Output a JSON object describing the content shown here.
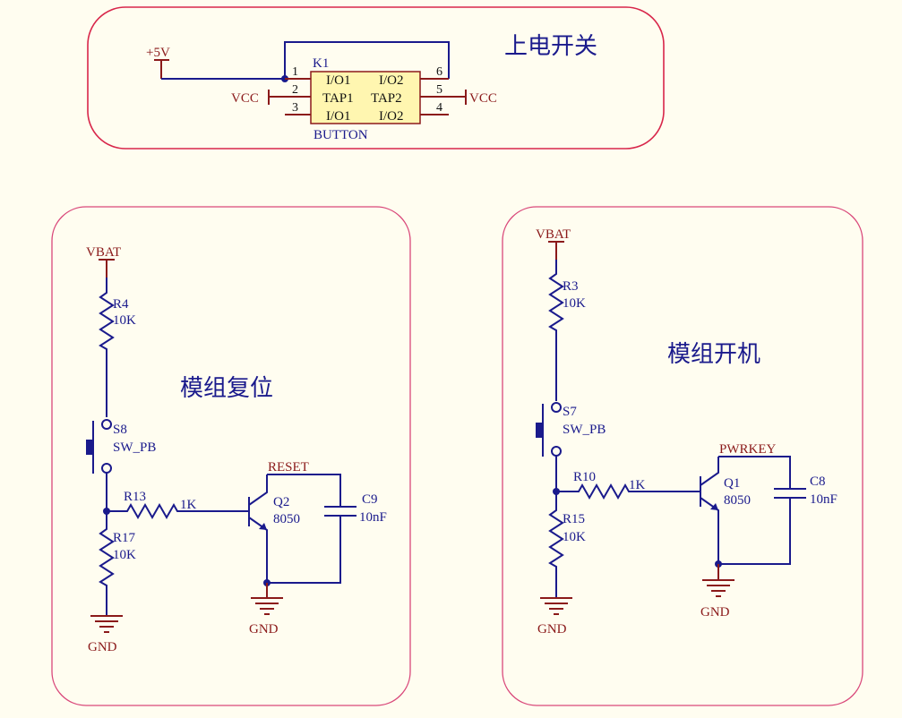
{
  "sections": {
    "power_switch": {
      "title": "上电开关"
    },
    "reset": {
      "title": "模组复位"
    },
    "power_on": {
      "title": "模组开机"
    }
  },
  "nets": {
    "p5v": "+5V",
    "vcc_left": "VCC",
    "vcc_right": "VCC",
    "vbat_left": "VBAT",
    "vbat_right": "VBAT",
    "gnd_reset_r": "GND",
    "gnd_reset_q": "GND",
    "gnd_on_r": "GND",
    "gnd_on_q": "GND",
    "reset": "RESET",
    "pwrkey": "PWRKEY"
  },
  "k1": {
    "ref": "K1",
    "type": "BUTTON",
    "pins": [
      "1",
      "2",
      "3",
      "4",
      "5",
      "6"
    ],
    "row1_left": "I/O1",
    "row1_right": "I/O2",
    "row2_left": "TAP1",
    "row2_right": "TAP2",
    "row3_left": "I/O1",
    "row3_right": "I/O2"
  },
  "components": {
    "r4": {
      "ref": "R4",
      "value": "10K"
    },
    "s8": {
      "ref": "S8",
      "value": "SW_PB"
    },
    "r13": {
      "ref": "R13",
      "value": "1K"
    },
    "r17": {
      "ref": "R17",
      "value": "10K"
    },
    "q2": {
      "ref": "Q2",
      "value": "8050"
    },
    "c9": {
      "ref": "C9",
      "value": "10nF"
    },
    "r3": {
      "ref": "R3",
      "value": "10K"
    },
    "s7": {
      "ref": "S7",
      "value": "SW_PB"
    },
    "r10": {
      "ref": "R10",
      "value": "1K"
    },
    "r15": {
      "ref": "R15",
      "value": "10K"
    },
    "q1": {
      "ref": "Q1",
      "value": "8050"
    },
    "c8": {
      "ref": "C8",
      "value": "10nF"
    }
  }
}
